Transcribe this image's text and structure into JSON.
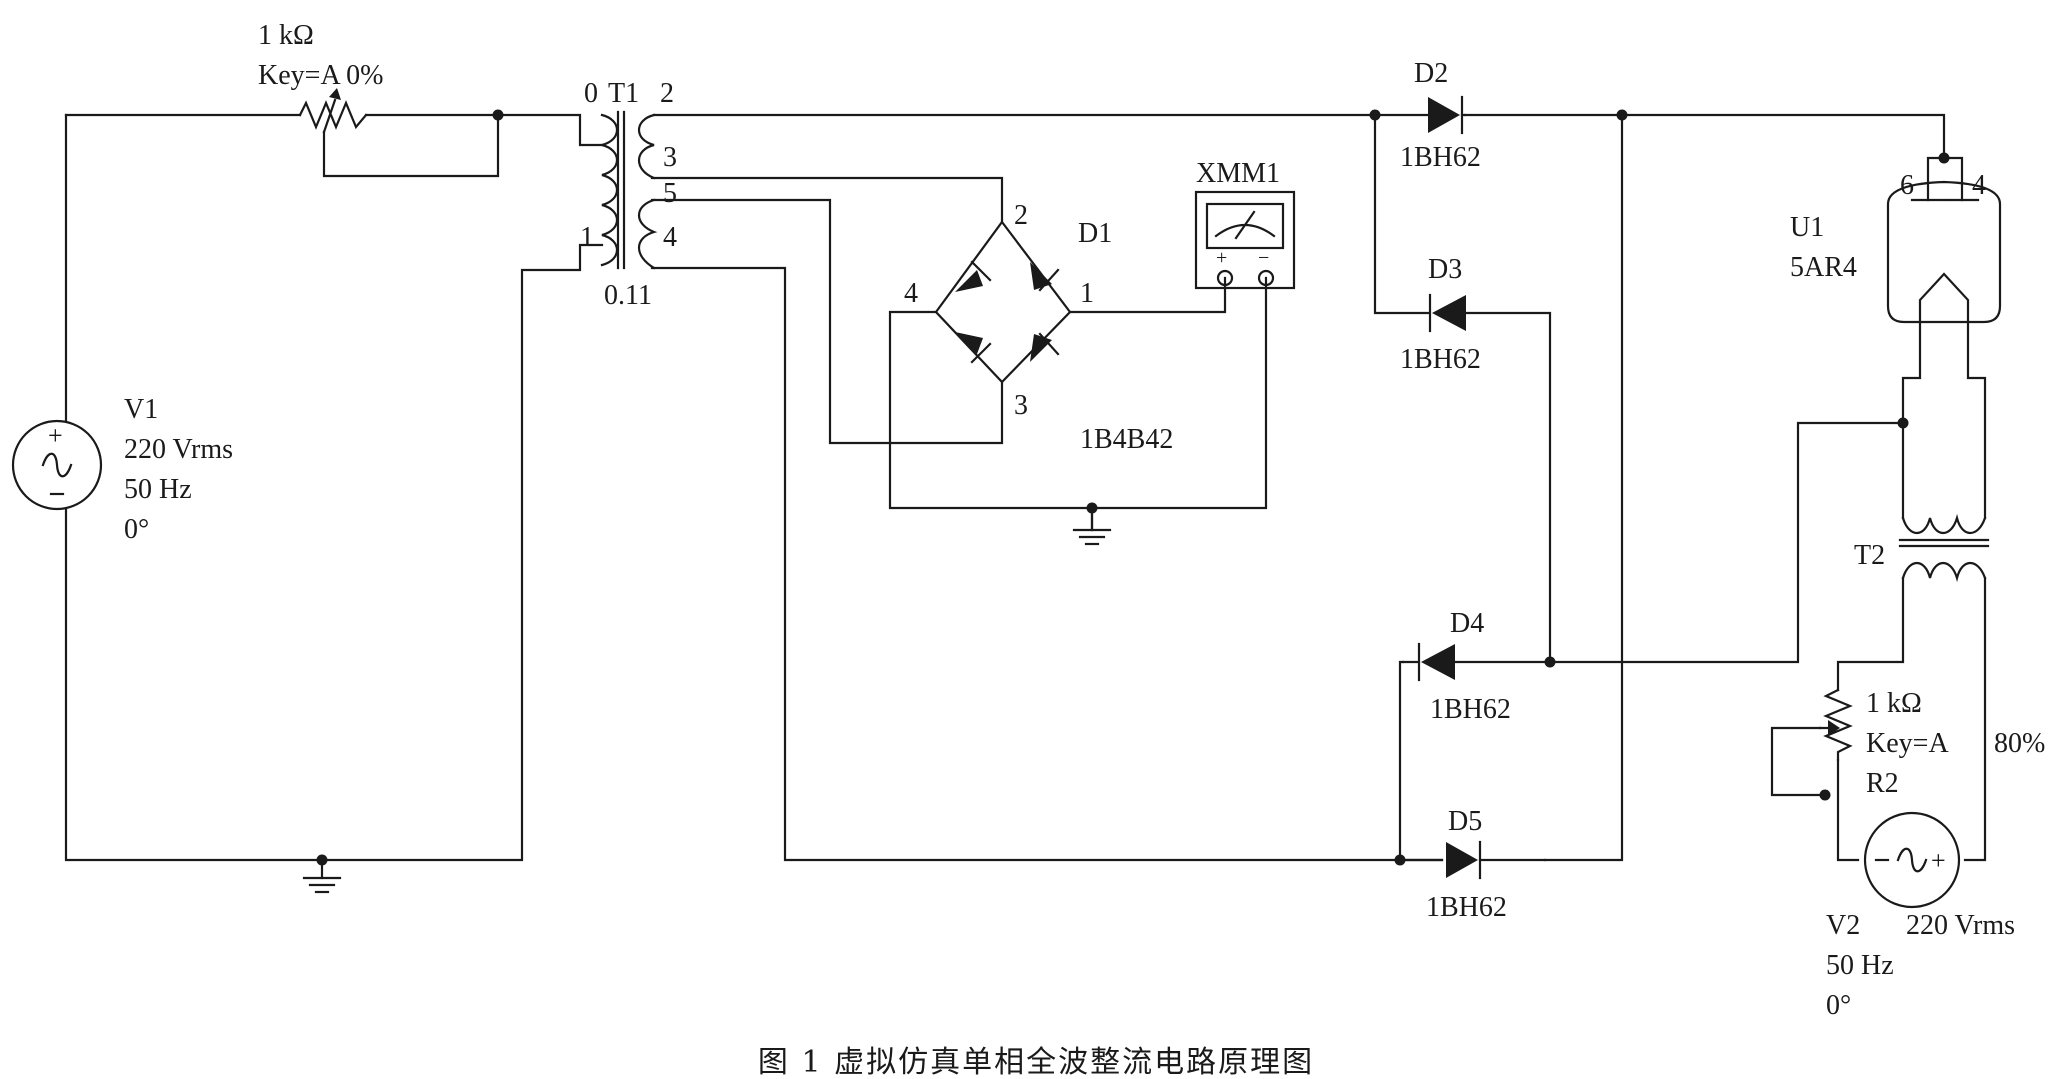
{
  "caption": "图 1   虚拟仿真单相全波整流电路原理图",
  "components": {
    "pot1": {
      "value": "1 kΩ",
      "key": "Key=A 0%"
    },
    "t1": {
      "name": "T1",
      "pin0": "0",
      "pin1": "1",
      "pin2": "2",
      "pin3": "3",
      "pin4": "4",
      "pin5": "5",
      "ratio": "0.11"
    },
    "v1": {
      "name": "V1",
      "voltage": "220 Vrms",
      "freq": "50 Hz",
      "phase": "0°"
    },
    "d1": {
      "name": "D1",
      "model": "1B4B42",
      "pin1": "1",
      "pin2": "2",
      "pin3": "3",
      "pin4": "4"
    },
    "xmm1": {
      "name": "XMM1"
    },
    "d2": {
      "name": "D2",
      "model": "1BH62"
    },
    "d3": {
      "name": "D3",
      "model": "1BH62"
    },
    "d4": {
      "name": "D4",
      "model": "1BH62"
    },
    "d5": {
      "name": "D5",
      "model": "1BH62"
    },
    "u1": {
      "name": "U1",
      "model": "5AR4",
      "pin6": "6",
      "pin4": "4"
    },
    "t2": {
      "name": "T2"
    },
    "r2": {
      "name": "R2",
      "value": "1 kΩ",
      "key": "Key=A",
      "pct": "80%"
    },
    "v2": {
      "name": "V2",
      "voltage": "220 Vrms",
      "freq": "50 Hz",
      "phase": "0°"
    }
  }
}
